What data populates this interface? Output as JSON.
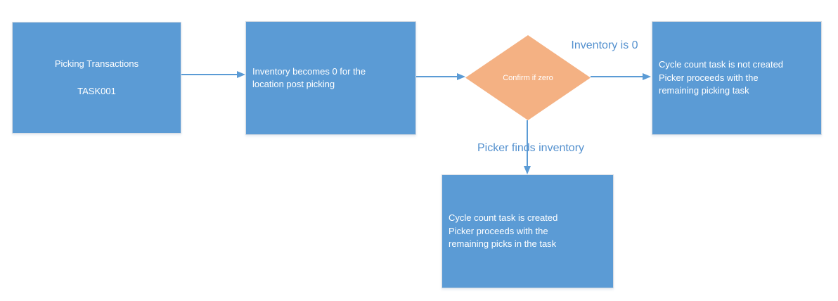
{
  "diagram": {
    "type": "flowchart",
    "colors": {
      "process_fill": "#5b9bd5",
      "decision_fill": "#f4b183",
      "connector": "#5b9bd5",
      "node_text": "#ffffff",
      "branch_label_text": "#5390ce",
      "background": "#ffffff"
    },
    "nodes": {
      "picking": {
        "lines": [
          "Picking Transactions",
          "TASK001"
        ]
      },
      "inventory_zero": {
        "lines": [
          "Inventory becomes 0 for the",
          "location post picking"
        ]
      },
      "decision": {
        "text": "Confirm if zero"
      },
      "task_not_created": {
        "lines": [
          "Cycle count task is not created",
          "Picker proceeds with the",
          "remaining picking task"
        ]
      },
      "task_created": {
        "lines": [
          "Cycle count task is created",
          "Picker proceeds with the",
          "remaining picks in the task"
        ]
      }
    },
    "branch_labels": {
      "inventory_is_zero": "Inventory is 0",
      "picker_finds_inventory": "Picker finds inventory"
    },
    "edges": [
      {
        "from": "picking",
        "to": "inventory_zero",
        "label": ""
      },
      {
        "from": "inventory_zero",
        "to": "decision",
        "label": ""
      },
      {
        "from": "decision",
        "to": "task_not_created",
        "label": "Inventory is 0"
      },
      {
        "from": "decision",
        "to": "task_created",
        "label": "Picker finds inventory"
      }
    ]
  }
}
